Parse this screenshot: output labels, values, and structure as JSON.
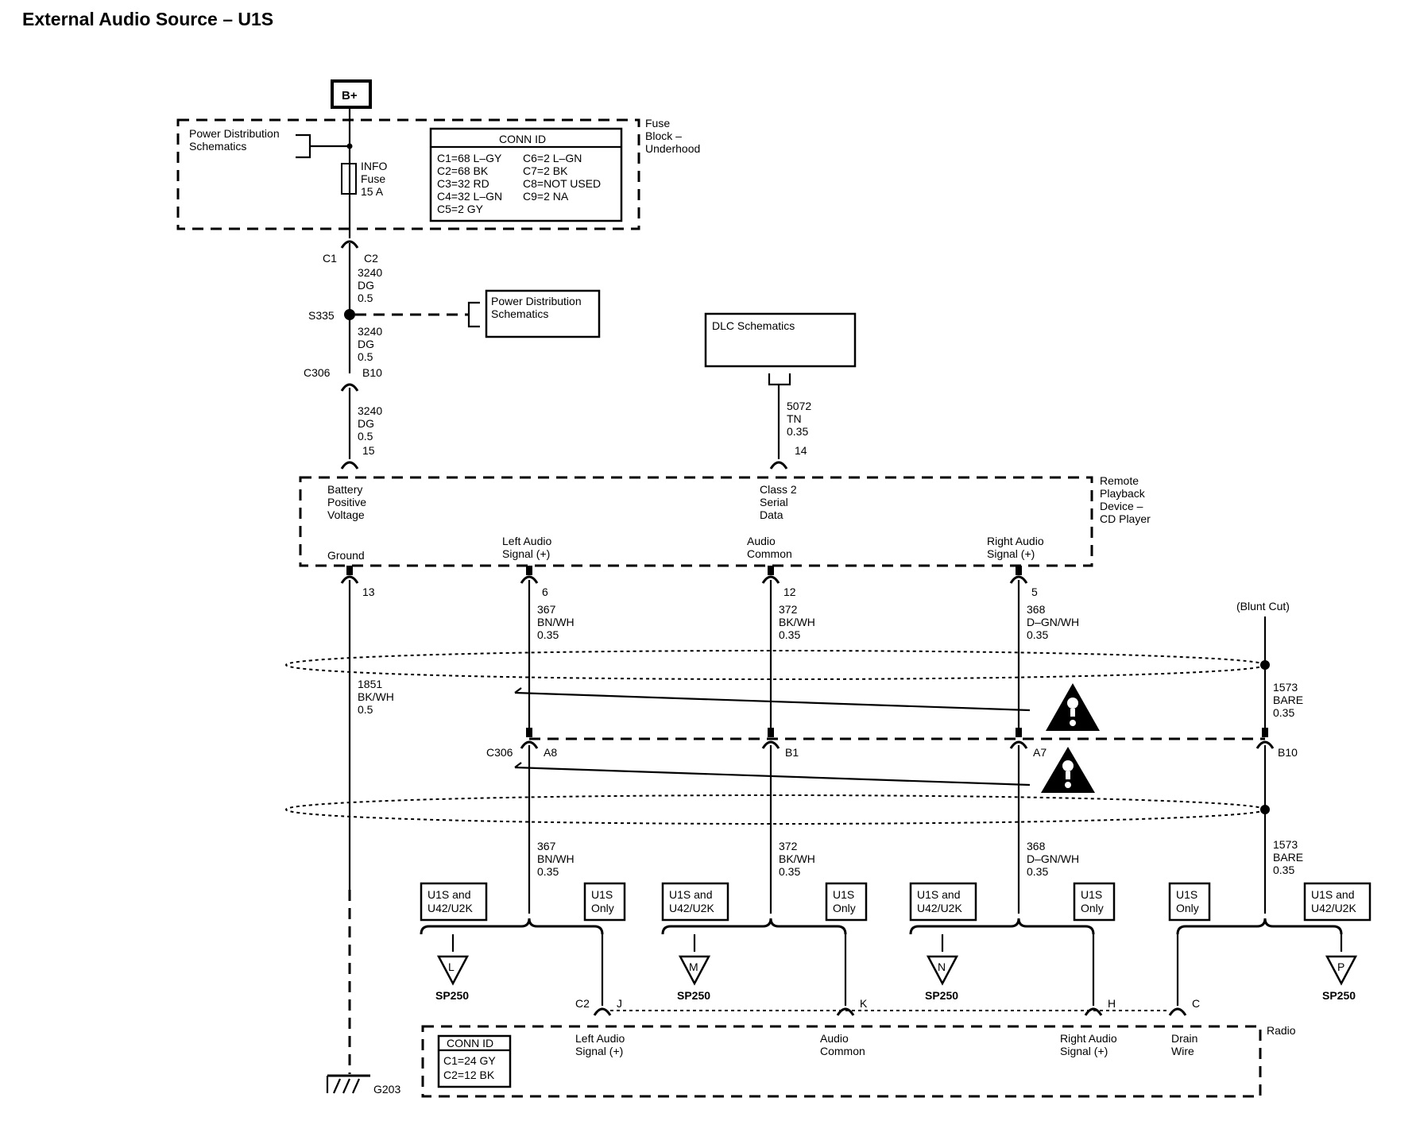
{
  "title": "External Audio Source – U1S",
  "battery": "B+",
  "fuse_block": {
    "label": [
      "Fuse",
      "Block –",
      "Underhood"
    ],
    "power_dist": [
      "Power Distribution",
      "Schematics"
    ],
    "fuse": [
      "INFO",
      "Fuse",
      "15 A"
    ],
    "conn_title": "CONN ID",
    "conn_left": [
      "C1=68 L–GY",
      "C2=68 BK",
      "C3=32 RD",
      "C4=32 L–GN",
      "C5=2 GY"
    ],
    "conn_right": [
      "C6=2 L–GN",
      "C7=2 BK",
      "C8=NOT USED",
      "C9=2 NA"
    ]
  },
  "power_path": {
    "c1": "C1",
    "c2": "C2",
    "wire1": [
      "3240",
      "DG",
      "0.5"
    ],
    "splice": "S335",
    "pd_box": [
      "Power Distribution",
      "Schematics"
    ],
    "wire2": [
      "3240",
      "DG",
      "0.5"
    ],
    "c306": "C306",
    "b10": "B10",
    "wire3": [
      "3240",
      "DG",
      "0.5"
    ],
    "pin15": "15"
  },
  "dlc": {
    "label": "DLC Schematics",
    "wire": [
      "5072",
      "TN",
      "0.35"
    ],
    "pin": "14"
  },
  "device": {
    "label": [
      "Remote",
      "Playback",
      "Device –",
      "CD Player"
    ],
    "battery_pos": [
      "Battery",
      "Positive",
      "Voltage"
    ],
    "class2": [
      "Class 2",
      "Serial",
      "Data"
    ],
    "ground": "Ground",
    "left_audio": [
      "Left Audio",
      "Signal (+)"
    ],
    "audio_common": [
      "Audio",
      "Common"
    ],
    "right_audio": [
      "Right Audio",
      "Signal (+)"
    ]
  },
  "pins": {
    "p13": "13",
    "p6": "6",
    "p12": "12",
    "p5": "5"
  },
  "wires": {
    "ground": [
      "1851",
      "BK/WH",
      "0.5"
    ],
    "left": [
      "367",
      "BN/WH",
      "0.35"
    ],
    "common": [
      "372",
      "BK/WH",
      "0.35"
    ],
    "right": [
      "368",
      "D–GN/WH",
      "0.35"
    ],
    "drain": [
      "1573",
      "BARE",
      "0.35"
    ],
    "blunt_cut": "(Blunt Cut)"
  },
  "c306_row": {
    "label": "C306",
    "a8": "A8",
    "b1": "B1",
    "a7": "A7",
    "b10": "B10"
  },
  "options": {
    "u1s_u42": [
      "U1S and",
      "U42/U2K"
    ],
    "u1s_only": [
      "U1S",
      "Only"
    ]
  },
  "sp250": {
    "name": "SP250",
    "letters": [
      "L",
      "M",
      "N",
      "P"
    ]
  },
  "radio": {
    "label": "Radio",
    "c2": "C2",
    "pins": [
      "J",
      "K",
      "H",
      "C"
    ],
    "left_audio": [
      "Left Audio",
      "Signal (+)"
    ],
    "audio_common": [
      "Audio",
      "Common"
    ],
    "right_audio": [
      "Right Audio",
      "Signal (+)"
    ],
    "drain": [
      "Drain",
      "Wire"
    ],
    "conn_title": "CONN ID",
    "conn_list": [
      "C1=24 GY",
      "C2=12 BK"
    ]
  },
  "ground_label": "G203"
}
